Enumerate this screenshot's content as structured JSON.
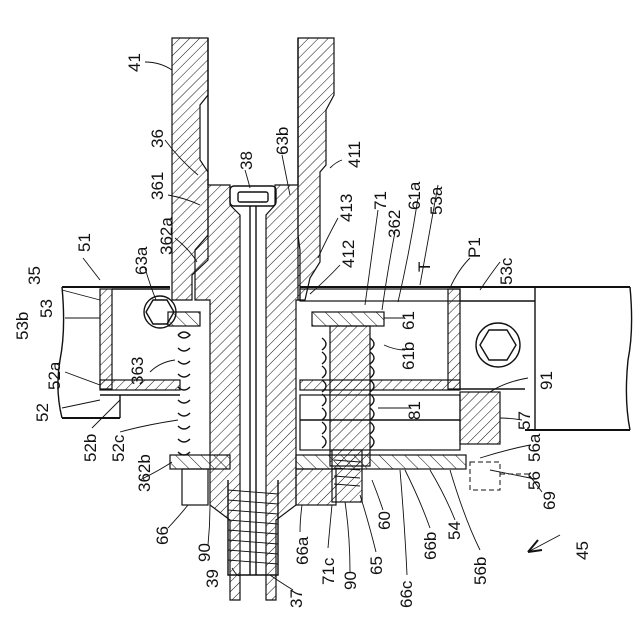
{
  "figure": {
    "labels": {
      "l41": "41",
      "l36": "36",
      "l361": "361",
      "l362a": "362a",
      "l38": "38",
      "l63b": "63b",
      "l411": "411",
      "l413": "413",
      "l412": "412",
      "l71": "71",
      "l362": "362",
      "l61a": "61a",
      "l53a": "53a",
      "lT": "T",
      "lP1": "P1",
      "l53c": "53c",
      "l51": "51",
      "l35": "35",
      "l53b": "53b",
      "l53": "53",
      "l63a": "63a",
      "l52a": "52a",
      "l363": "363",
      "l52": "52",
      "l52b": "52b",
      "l52c": "52c",
      "l362b": "362b",
      "l61": "61",
      "l61b": "61b",
      "l91": "91",
      "l81": "81",
      "l57": "57",
      "l56a": "56a",
      "l56": "56",
      "l69": "69",
      "l66": "66",
      "l90a": "90",
      "l39": "39",
      "l37": "37",
      "l66a": "66a",
      "l71c": "71c",
      "l90b": "90",
      "l65": "65",
      "l60": "60",
      "l66c": "66c",
      "l66b": "66b",
      "l54": "54",
      "l56b": "56b",
      "l45": "45"
    }
  }
}
